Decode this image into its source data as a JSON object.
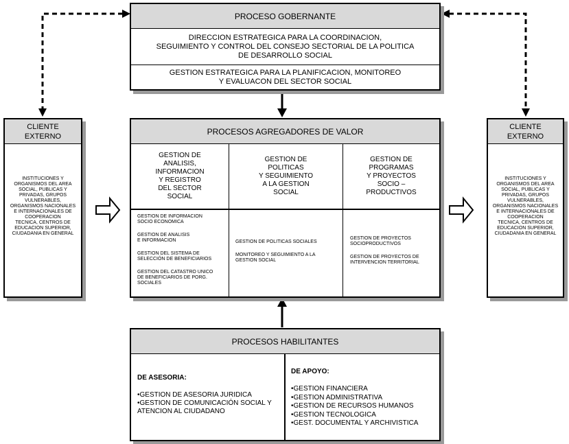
{
  "gobernante": {
    "title": "PROCESO GOBERNANTE",
    "item1": "DIRECCION ESTRATEGICA PARA LA COORDINACION,\nSEGUIMIENTO Y CONTROL DEL CONSEJO SECTORIAL DE LA POLITICA\nDE DESARROLLO SOCIAL",
    "item2": "GESTION ESTRATEGICA PARA LA PLANIFICACION, MONITOREO\nY EVALUACON DEL SECTOR SOCIAL"
  },
  "cliente_left": {
    "title": "CLIENTE\nEXTERNO",
    "body": "INSTITUCIONES Y\nORGANISMOS DEL AREA\nSOCIAL, PUBLICAS Y\nPRIVADAS, GRUPOS\nVULNERABLES,\nORGANISMOS NACIONALES\nE INTERNACIONALES DE\nCOOPERACION\nTECNICA, CENTROS DE\nEDUCACION SUPERIOR,\nCIUDADANIA EN GENERAL"
  },
  "cliente_right": {
    "title": "CLIENTE\nEXTERNO",
    "body": "INSTITUCIONES Y\nORGANISMOS DEL AREA\nSOCIAL, PUBLICAS Y\nPRIVADAS, GRUPOS\nVULNERABLES,\nORGANISMOS NACIONALES\nE INTERNACIONALES DE\nCOOPERACION\nTECNICA, CENTROS DE\nEDUCACION SUPERIOR,\nCIUDADANIA EN GENERAL"
  },
  "agregadores": {
    "title": "PROCESOS AGREGADORES DE VALOR",
    "col1": {
      "head": "GESTION DE\nANALISIS,\nINFORMACION\nY REGISTRO\nDEL SECTOR\nSOCIAL",
      "items": [
        "GESTION DE INFORMACION\nSOCIO ECONOMICA",
        "GESTION DE ANALISIS\nE INFORMACION",
        "GESTION DEL SISTEMA DE\nSELECCIÓN DE BENEFICIARIOS",
        "GESTION DEL CATASTRO UNICO\nDE BENEFICIARIOS DE PORG.\nSOCIALES"
      ]
    },
    "col2": {
      "head": "GESTION DE\nPOLITICAS\nY SEGUIMIENTO\nA LA GESTION\nSOCIAL",
      "items": [
        "GESTION DE POLITICAS SOCIALES",
        "MONITOREO Y SEGUIMIENTO A LA\nGESTION SOCIAL"
      ]
    },
    "col3": {
      "head": "GESTION DE\nPROGRAMAS\nY PROYECTOS\nSOCIO –\nPRODUCTIVOS",
      "items": [
        "GESTION DE PROYECTOS\nSOCIOPRODUCTIVOS",
        "GESTION DE PROYECTOS DE\nINTERVENCION TERRITORIAL"
      ]
    }
  },
  "habilitantes": {
    "title": "PROCESOS HABILITANTES",
    "asesoria": {
      "head": "DE ASESORIA:",
      "items": [
        "•GESTION DE ASESORIA JURIDICA",
        "•GESTION DE COMUNICACIÓN SOCIAL Y\n  ATENCION AL CIUDADANO"
      ]
    },
    "apoyo": {
      "head": "DE APOYO:",
      "items": [
        "•GESTION FINANCIERA",
        "•GESTION ADMINISTRATIVA",
        "•GESTION DE RECURSOS HUMANOS",
        "•GESTION TECNOLOGICA",
        "•GEST. DOCUMENTAL Y ARCHIVISTICA"
      ]
    }
  }
}
